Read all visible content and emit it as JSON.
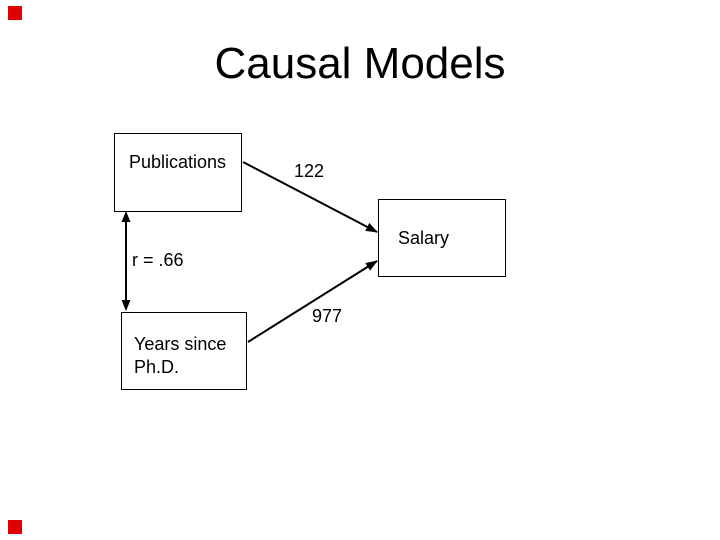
{
  "slide": {
    "title": "Causal Models",
    "accent_color": "#e00000"
  },
  "diagram": {
    "nodes": {
      "publications": {
        "label": "Publications"
      },
      "salary": {
        "label": "Salary"
      },
      "years_since_phd": {
        "label": "Years since Ph.D."
      }
    },
    "edges": {
      "publications_to_salary": {
        "label": "122"
      },
      "years_to_salary": {
        "label": "977"
      },
      "publications_years_correlation": {
        "label": "r = .66"
      }
    }
  }
}
